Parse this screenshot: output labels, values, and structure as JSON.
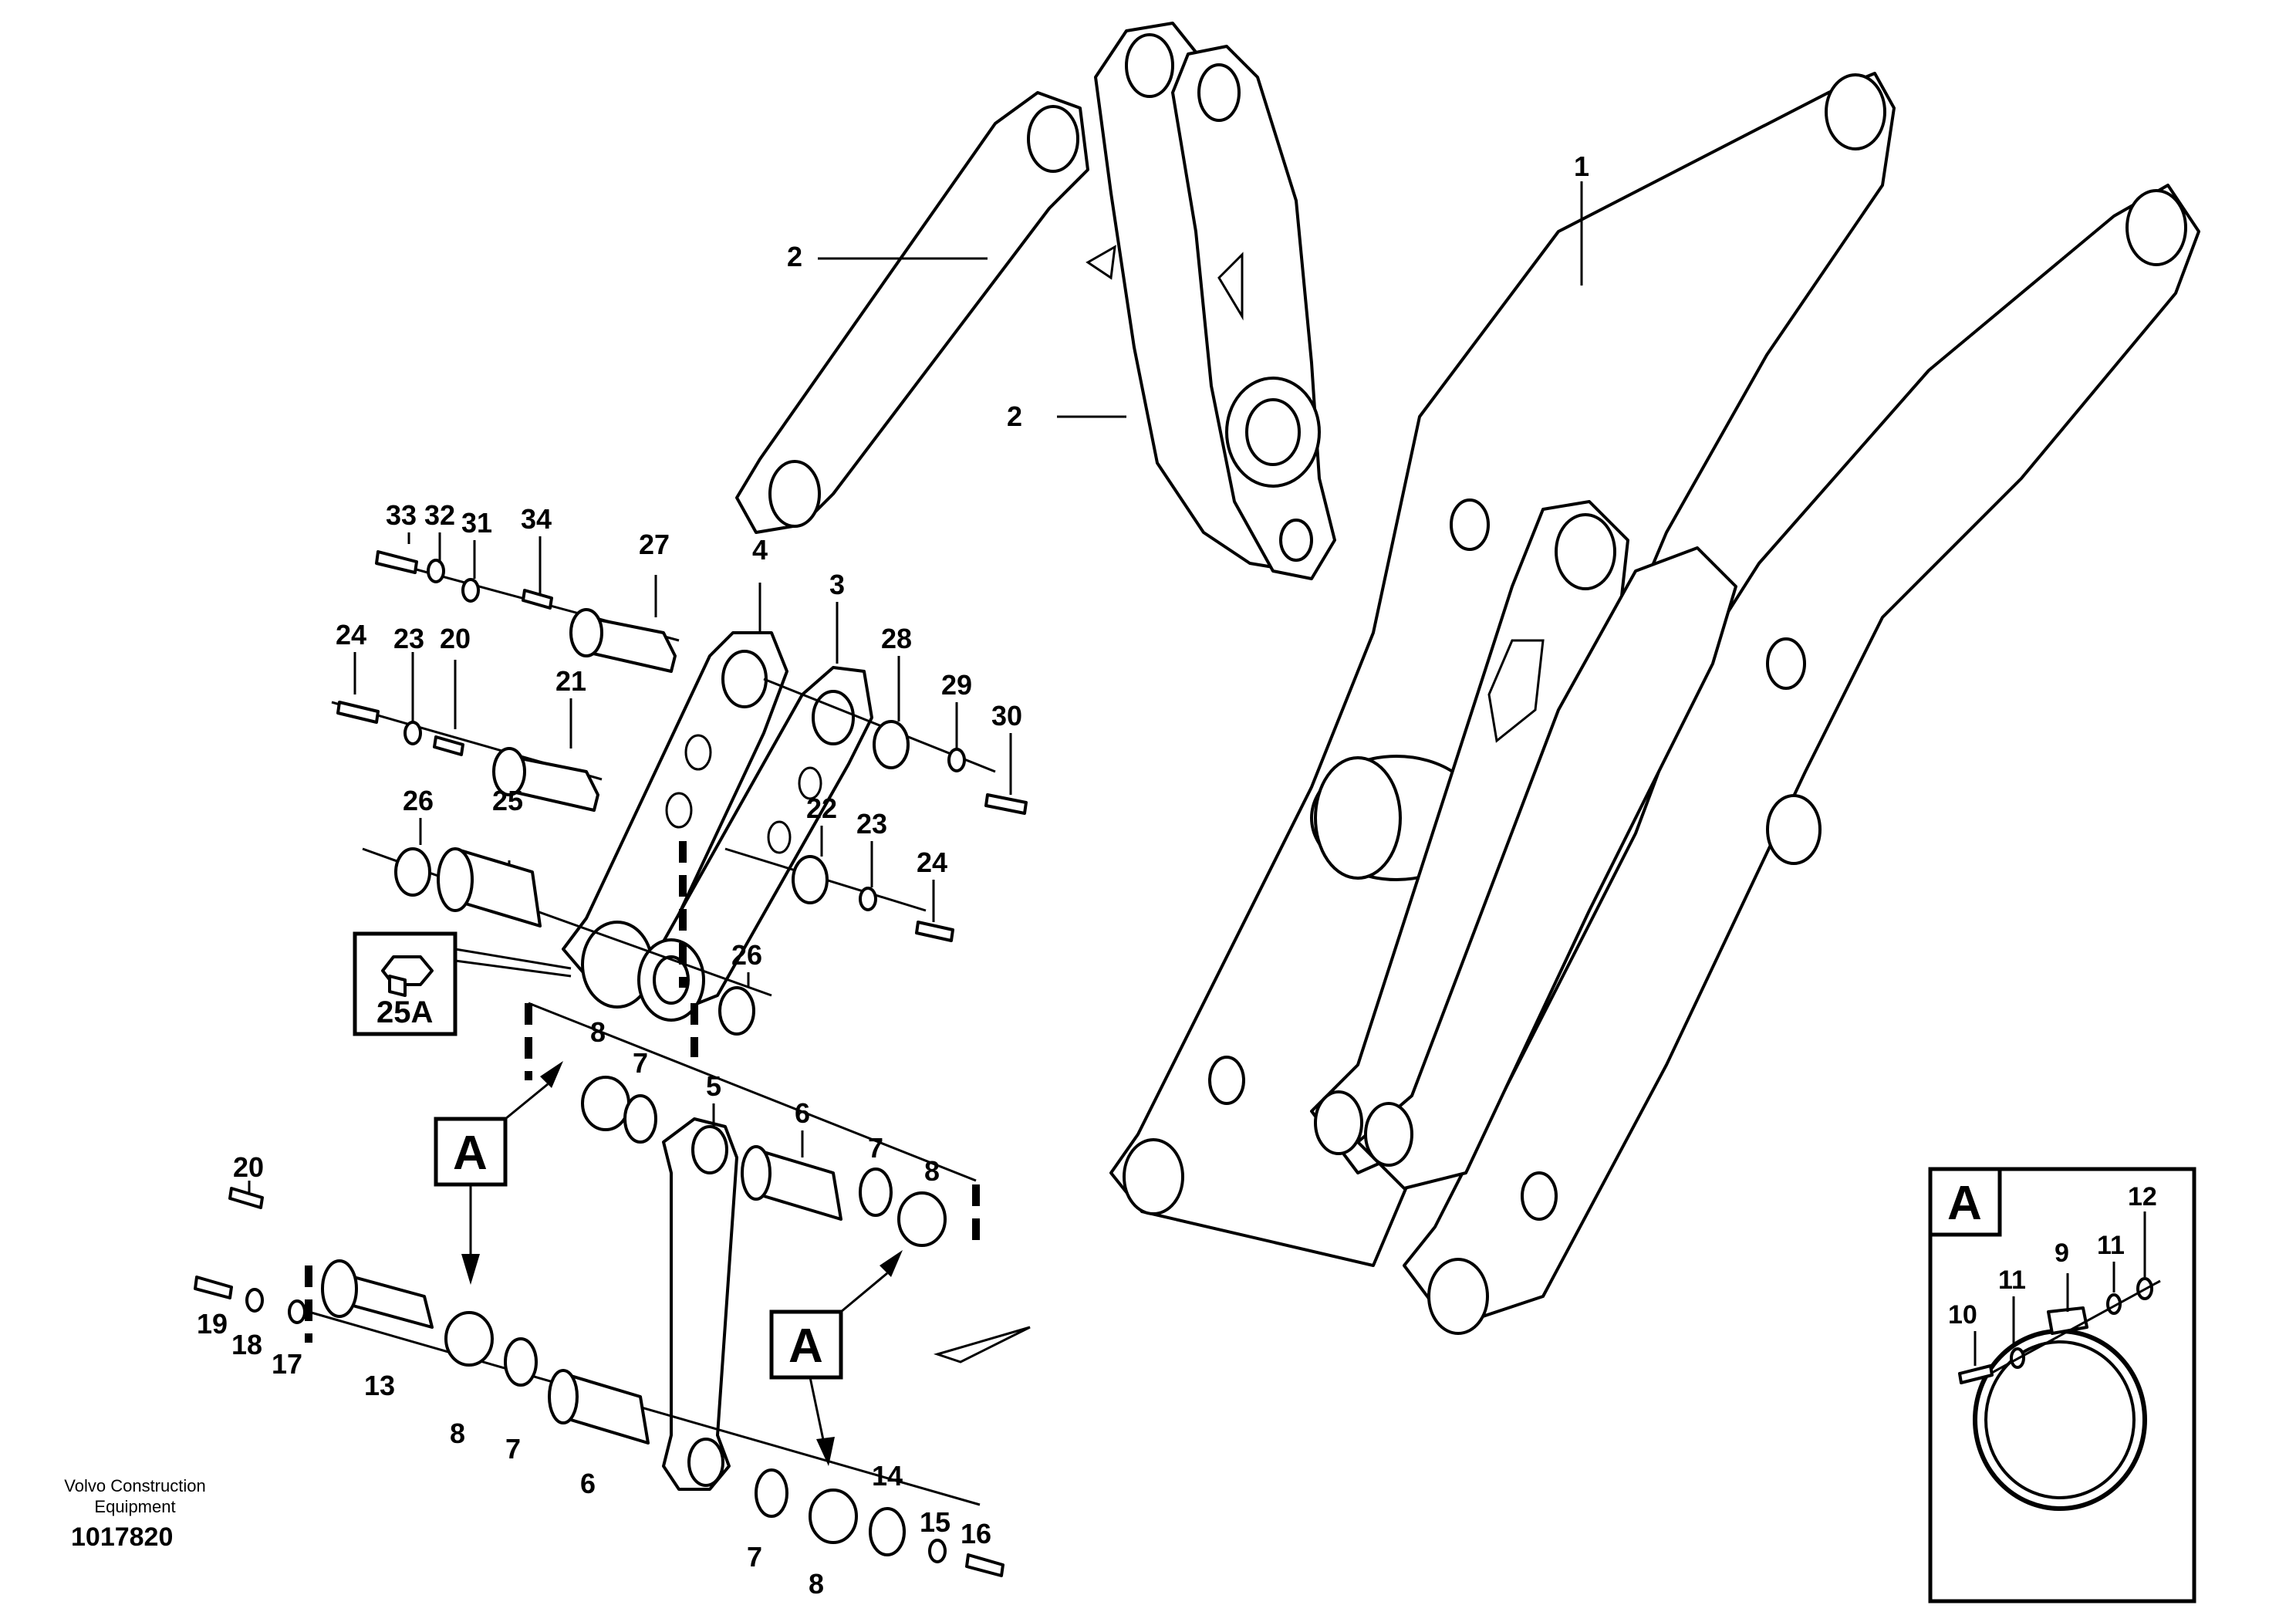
{
  "title": "",
  "callouts": [
    "1",
    "2",
    "2",
    "3",
    "4",
    "5",
    "6",
    "6",
    "7",
    "7",
    "7",
    "7",
    "8",
    "8",
    "8",
    "8",
    "13",
    "14",
    "15",
    "16",
    "17",
    "18",
    "19",
    "20",
    "20",
    "21",
    "22",
    "23",
    "23",
    "24",
    "24",
    "25",
    "26",
    "26",
    "27",
    "28",
    "29",
    "30",
    "31",
    "32",
    "33",
    "34"
  ],
  "detail_marker": "A",
  "detail_view": {
    "letter": "A",
    "callouts": [
      "9",
      "10",
      "11",
      "11",
      "12"
    ]
  },
  "inset_part": "25A",
  "footer": {
    "brand_line1": "Volvo Construction",
    "brand_line2": "Equipment",
    "drawing_number": "1017820"
  }
}
